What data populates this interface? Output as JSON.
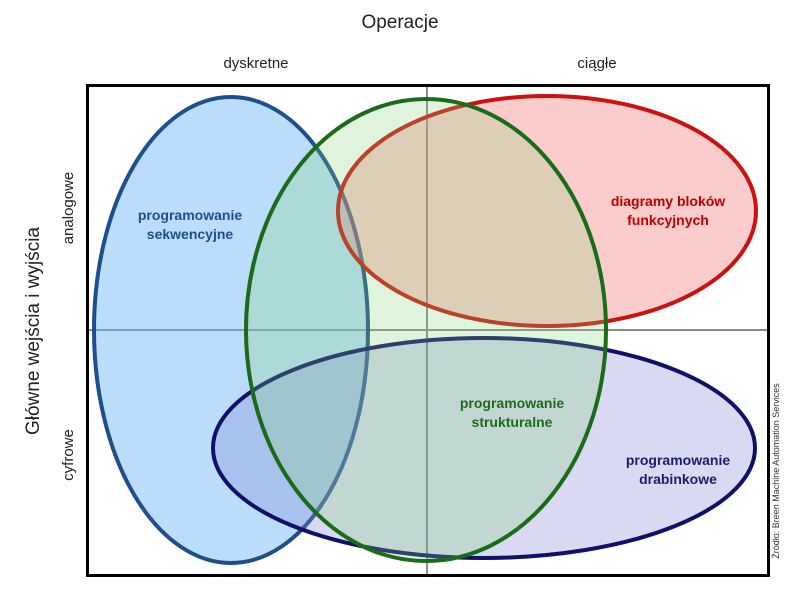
{
  "header": {
    "title": "Operacje"
  },
  "columns": {
    "left": "dyskretne",
    "right": "ciągłe"
  },
  "rows": {
    "top": "analogowe",
    "bottom": "cyfrowe"
  },
  "side_title": "Główne wejścia i wyjścia",
  "source": "Źródło: Breen Machine Automation Services",
  "regions": {
    "sequential": {
      "line1": "programowanie",
      "line2": "sekwencyjne",
      "color": "#1f4e8c"
    },
    "function_blocks": {
      "line1": "diagramy bloków",
      "line2": "funkcyjnych",
      "color": "#c00000"
    },
    "structured": {
      "line1": "programowanie",
      "line2": "strukturalne",
      "color": "#1e6b1e"
    },
    "ladder": {
      "line1": "programowanie",
      "line2": "drabinkowe",
      "color": "#1c1c6e"
    }
  }
}
